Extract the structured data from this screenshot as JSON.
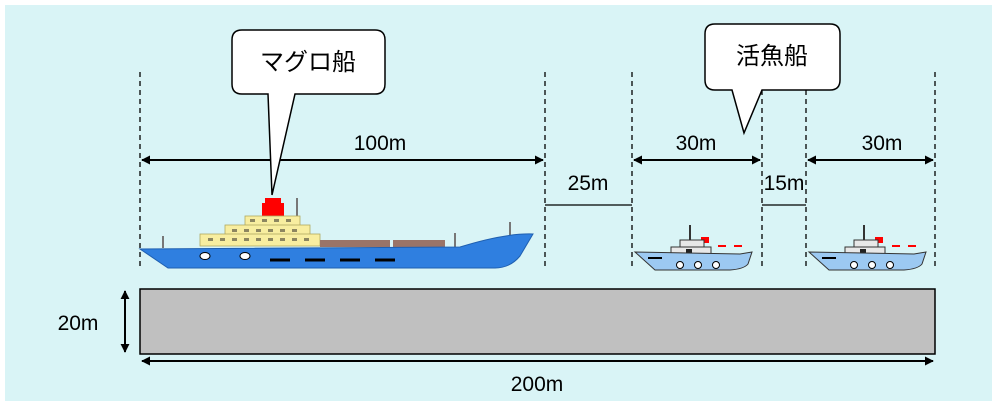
{
  "callouts": {
    "tuna": "マグロ船",
    "live_fish": "活魚船"
  },
  "dimensions": {
    "tuna_length": "100m",
    "gap_1": "25m",
    "live_fish_1_length": "30m",
    "gap_2": "15m",
    "live_fish_2_length": "30m",
    "pier_width": "20m",
    "pier_length": "200m"
  },
  "colors": {
    "background": "#d9f4f6",
    "pier": "#c0c0c0",
    "hull": "#2f7fe0",
    "small_hull": "#9cc9f2",
    "superstructure": "#f8eea0",
    "funnel": "#ff0000"
  }
}
